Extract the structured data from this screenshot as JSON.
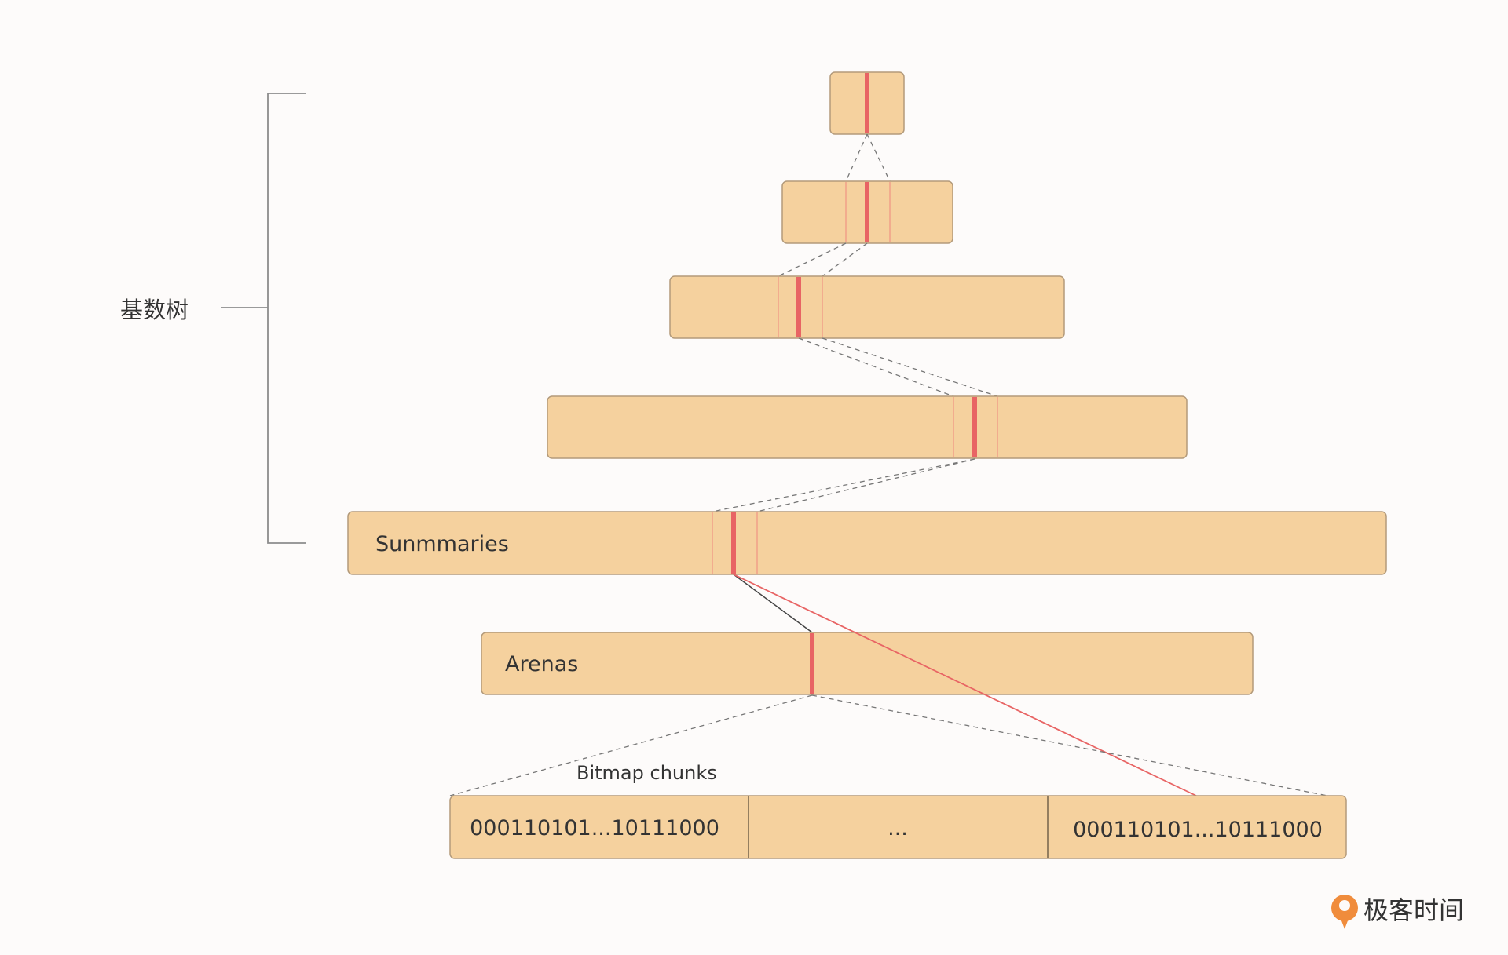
{
  "bracket_label": "基数树",
  "levels": {
    "summaries_label": "Sunmmaries",
    "arenas_label": "Arenas",
    "bitmap_caption": "Bitmap chunks"
  },
  "bitmap_chunks": [
    "000110101...10111000",
    "...",
    "000110101...10111000"
  ],
  "brand": {
    "name": "极客时间",
    "icon": "geektime-logo-icon",
    "color": "#f08c3c"
  },
  "colors": {
    "box_fill": "#f5d19e",
    "box_stroke": "#b39a7a",
    "highlight": "#e86464",
    "thin_highlight": "#f0a088",
    "dashed": "#777777",
    "red_line": "#e86464",
    "bracket": "#8c8c8c"
  }
}
